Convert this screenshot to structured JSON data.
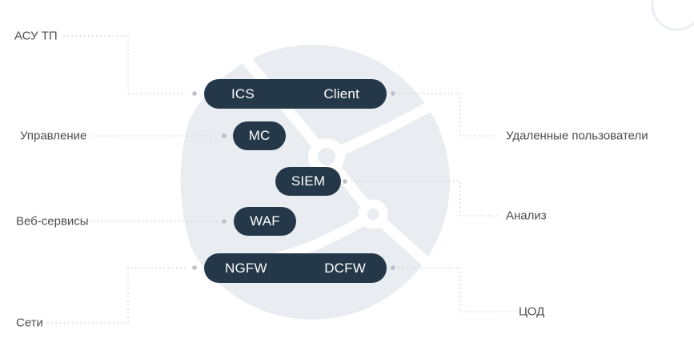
{
  "nodes": {
    "ics": "ICS",
    "client": "Client",
    "mc": "MC",
    "siem": "SIEM",
    "waf": "WAF",
    "ngfw": "NGFW",
    "dcfw": "DCFW"
  },
  "labels": {
    "asu_tp": "АСУ ТП",
    "management": "Управление",
    "web_services": "Веб-сервисы",
    "networks": "Сети",
    "remote_users": "Удаленные пользователи",
    "analysis": "Анализ",
    "data_center": "ЦОД"
  },
  "colors": {
    "pill_background": "#24384a",
    "pill_text": "#ffffff",
    "label_text": "#4c4d4f",
    "leader_line": "#c8ced4",
    "connector_dot": "#b9bfc6",
    "watermark": "#e9edf2"
  }
}
